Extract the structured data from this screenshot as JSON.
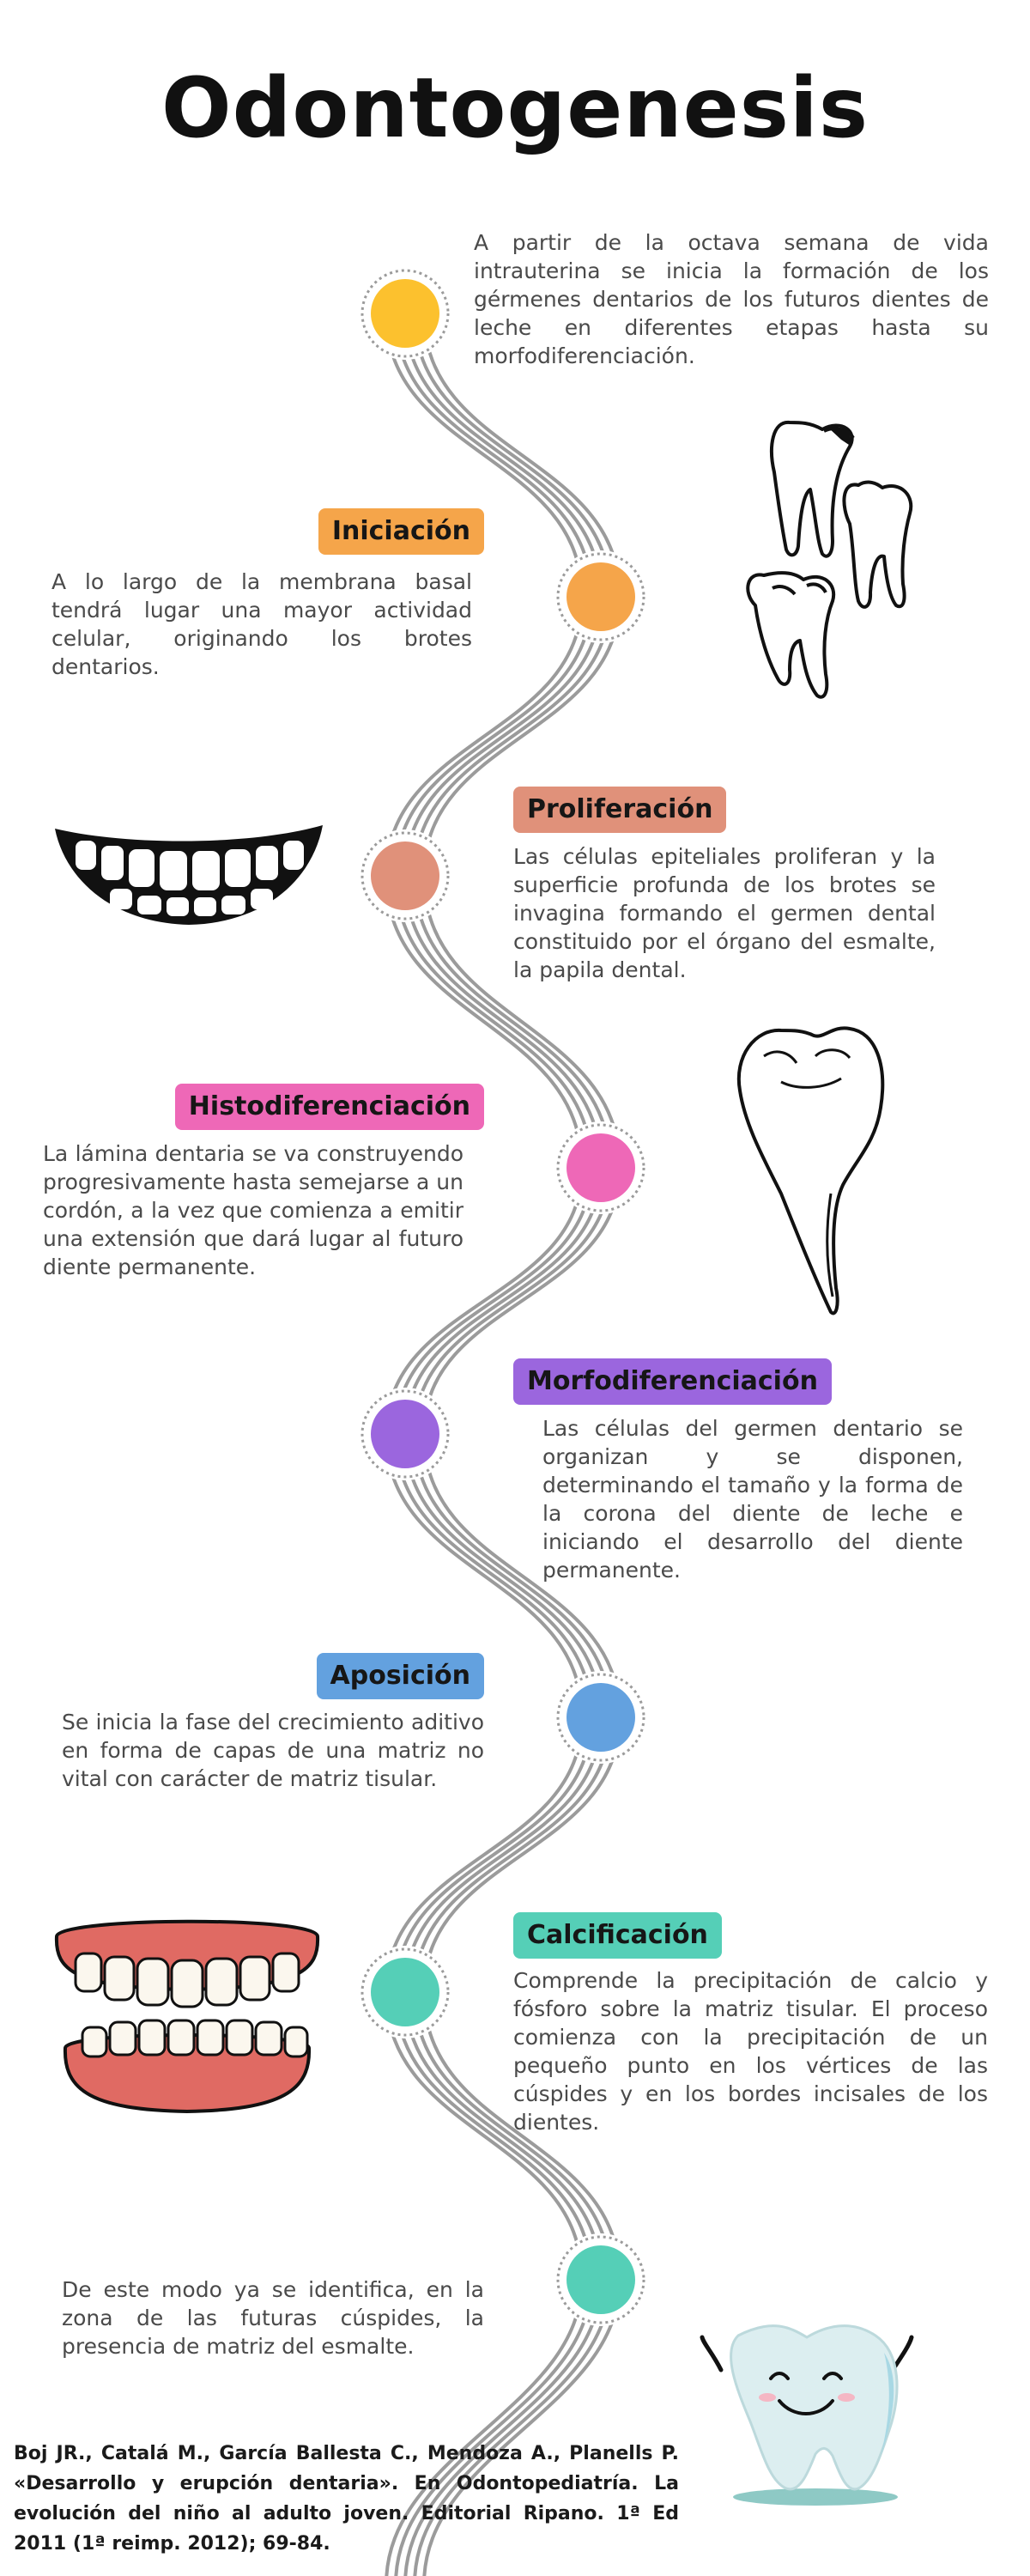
{
  "title": "Odontogenesis",
  "intro": "A partir de la octava semana de vida intrauterina se inicia la formación de los gérmenes dentarios de los futuros dientes de leche en diferentes etapas hasta su morfodiferenciación.",
  "stages": [
    {
      "label": "Iniciación",
      "text": "A lo largo de la membrana basal tendrá lugar una mayor actividad celular, originando los brotes dentarios.",
      "color": "#F5A54A"
    },
    {
      "label": "Proliferación",
      "text": "Las células epiteliales proliferan y la superficie profunda de los brotes se invagina formando el germen dental constituido por el órgano del esmalte, la papila dental.",
      "color": "#E0917A"
    },
    {
      "label": "Histodiferenciación",
      "text": "La lámina dentaria se va construyendo progresivamente hasta semejarse a un cordón, a la vez que comienza a emitir una extensión que dará lugar al futuro diente permanente.",
      "color": "#EE68B7"
    },
    {
      "label": "Morfodiferenciación",
      "text": "Las células del germen dentario se organizan y se disponen, determinando el tamaño y la forma de la corona del diente de leche e iniciando el desarrollo del diente permanente.",
      "color": "#9B66DE"
    },
    {
      "label": "Aposición",
      "text": "Se inicia la fase del crecimiento aditivo en forma de capas de una matriz no vital con carácter de matriz tisular.",
      "color": "#63A1DF"
    },
    {
      "label": "Calcificación",
      "text": "Comprende la precipitación de calcio y fósforo sobre la matriz tisular. El proceso comienza con la precipitación de un pequeño punto en los vértices de las cúspides y en los bordes incisales de los dientes.",
      "color": "#55CFB7"
    }
  ],
  "closing": "De este modo ya se identifica, en la zona de las futuras cúspides, la presencia de matriz del esmalte.",
  "reference": "Boj JR., Catalá M., García Ballesta C., Mendoza A., Planells P. «Desarrollo y erupción dentaria». En Odontopediatría. La evolución del niño al adulto joven. Editorial Ripano. 1ª Ed 2011 (1ª reimp. 2012); 69-84.",
  "dot_colors": [
    "#FCC12E",
    "#F5A54A",
    "#E0917A",
    "#EE68B7",
    "#9B66DE",
    "#63A1DF",
    "#55CFB7",
    "#55CFB7"
  ],
  "road_color": "#9b9b9b",
  "icons": [
    "molar-teeth-icon",
    "smile-teeth-icon",
    "molar-tooth-icon",
    "dentures-icon",
    "happy-tooth-icon"
  ]
}
